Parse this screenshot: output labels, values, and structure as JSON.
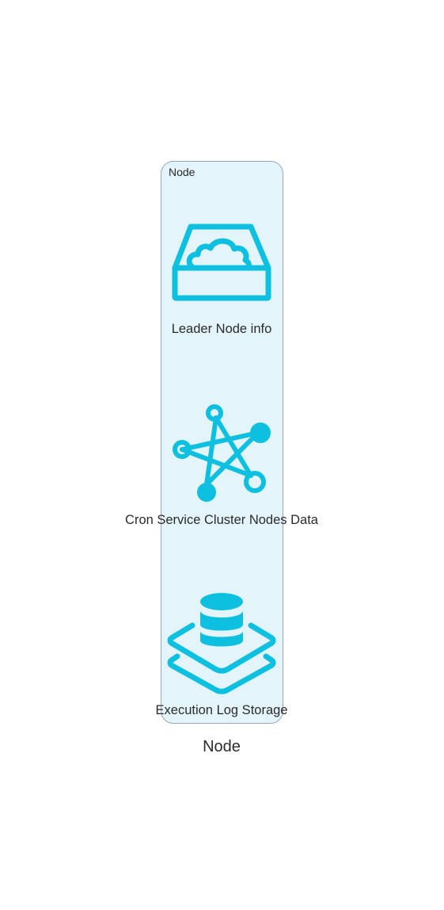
{
  "diagram": {
    "title": "Node",
    "cluster": {
      "title": "Node"
    },
    "nodes": [
      {
        "label": "Leader Node info",
        "icon": "cloud-storage-tray-icon"
      },
      {
        "label": "Cron Service Cluster Nodes Data",
        "icon": "network-graph-icon"
      },
      {
        "label": "Execution Log Storage",
        "icon": "database-stack-icon"
      }
    ],
    "colors": {
      "icon": "#0ec0e0",
      "cluster_fill": "#e4f4fb",
      "cluster_border": "#9aa7c4",
      "text": "#2b2b2b"
    }
  }
}
